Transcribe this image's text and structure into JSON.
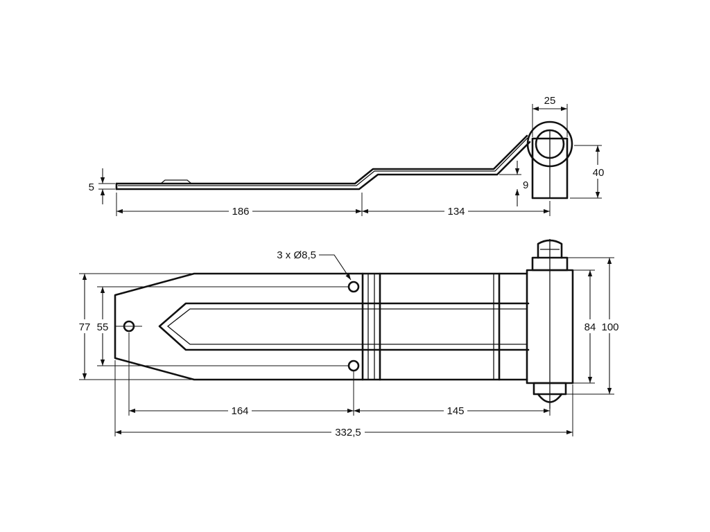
{
  "side_view": {
    "dims": {
      "thickness": "5",
      "length_flat": "186",
      "length_offset": "134",
      "offset_height": "9",
      "knuckle_width": "25",
      "knuckle_height": "40"
    }
  },
  "plan_view": {
    "dims": {
      "holes": "3 x Ø8,5",
      "outer_width": "77",
      "hole_spacing": "55",
      "hole_to_hole": "164",
      "hole_to_pin": "145",
      "overall_length": "332,5",
      "knuckle_length": "84",
      "pin_length": "100"
    }
  }
}
